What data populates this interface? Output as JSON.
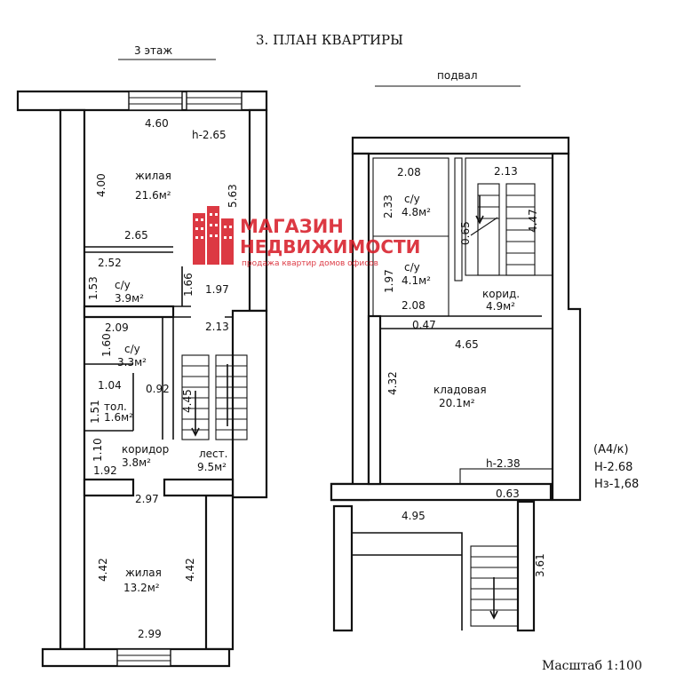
{
  "title": "3. ПЛАН КВАРТИРЫ",
  "floor3": {
    "heading": "3 этаж",
    "room1": {
      "name": "жилая",
      "area": "21.6м²",
      "w_top": "4.60",
      "height": "h-2.65",
      "d_left": "4.00",
      "d_right": "5.63",
      "d_mid": "2.65"
    },
    "bath1": {
      "name": "с/у",
      "area": "3.9м²",
      "w": "2.52",
      "d_left": "1.53",
      "d_mid": "1.66",
      "hall_w": "1.97"
    },
    "bath2": {
      "name": "с/у",
      "area": "3.3м²",
      "w": "2.09",
      "d": "1.60"
    },
    "stair": {
      "w": "2.13",
      "d": "4.45"
    },
    "toilet": {
      "name": "тол.",
      "area": "1.6м²",
      "w": "1.04",
      "d": "1.51"
    },
    "w092": "0.92",
    "corridor": {
      "name": "коридор",
      "area": "3.8м²",
      "d": "1.10",
      "w": "1.92"
    },
    "landing": {
      "name": "лест.",
      "area": "9.5м²"
    },
    "room2": {
      "name": "жилая",
      "area": "13.2м²",
      "w_top": "2.97",
      "w_bot": "2.99",
      "d_left": "4.42",
      "d_right": "4.42"
    }
  },
  "basement": {
    "heading": "подвал",
    "bath_a": {
      "name": "с/у",
      "area": "4.8м²",
      "w": "2.08",
      "d": "2.33"
    },
    "stair": {
      "w": "2.13",
      "d": "4.47",
      "s": "0.65"
    },
    "bath_b": {
      "name": "с/у",
      "area": "4.1м²",
      "d": "1.97",
      "w": "2.08"
    },
    "corridor": {
      "name": "корид.",
      "area": "4.9м²"
    },
    "w047": "0.47",
    "storage": {
      "name": "кладовая",
      "area": "20.1м²",
      "w_top": "4.65",
      "d": "4.32",
      "height": "h-2.38",
      "w_bot": "4.95"
    },
    "w063": "0.63",
    "ext_stair": "3.61"
  },
  "category": "(А4/к)",
  "h_main": "Н-2.68",
  "h_sub": "Нз-1,68",
  "scale": "Масштаб 1:100",
  "watermark": {
    "line1": "МАГАЗИН",
    "line2": "НЕДВИЖИМОСТИ",
    "tagline": "продажа квартир домов офисов",
    "color": "#d81e2a"
  }
}
